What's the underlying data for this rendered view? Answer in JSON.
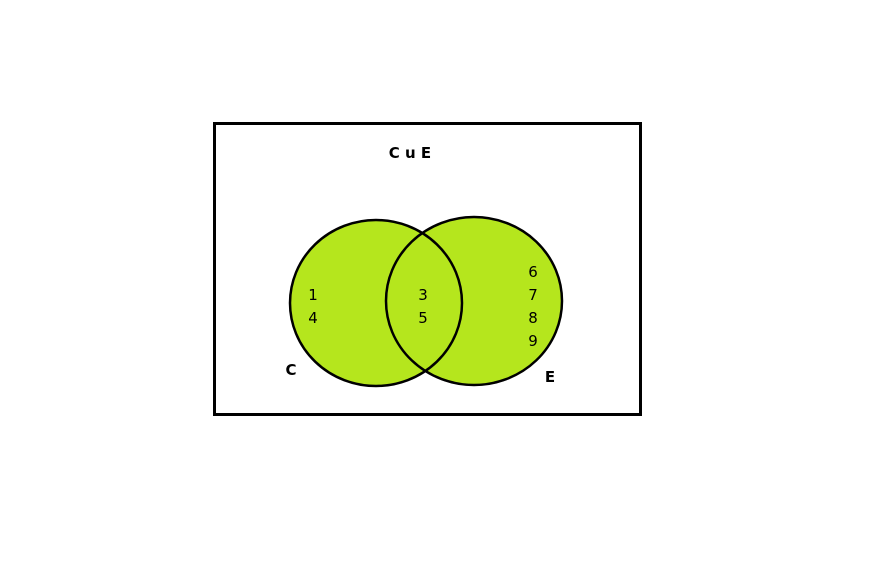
{
  "diagram": {
    "type": "venn",
    "title": "C u E",
    "fill_color": "#b5e61d",
    "outline_color": "#000000",
    "sets": [
      {
        "name": "C",
        "only": [
          "1",
          "4"
        ]
      },
      {
        "name": "E",
        "only": [
          "6",
          "7",
          "8",
          "9"
        ]
      }
    ],
    "intersection": [
      "3",
      "5"
    ]
  }
}
